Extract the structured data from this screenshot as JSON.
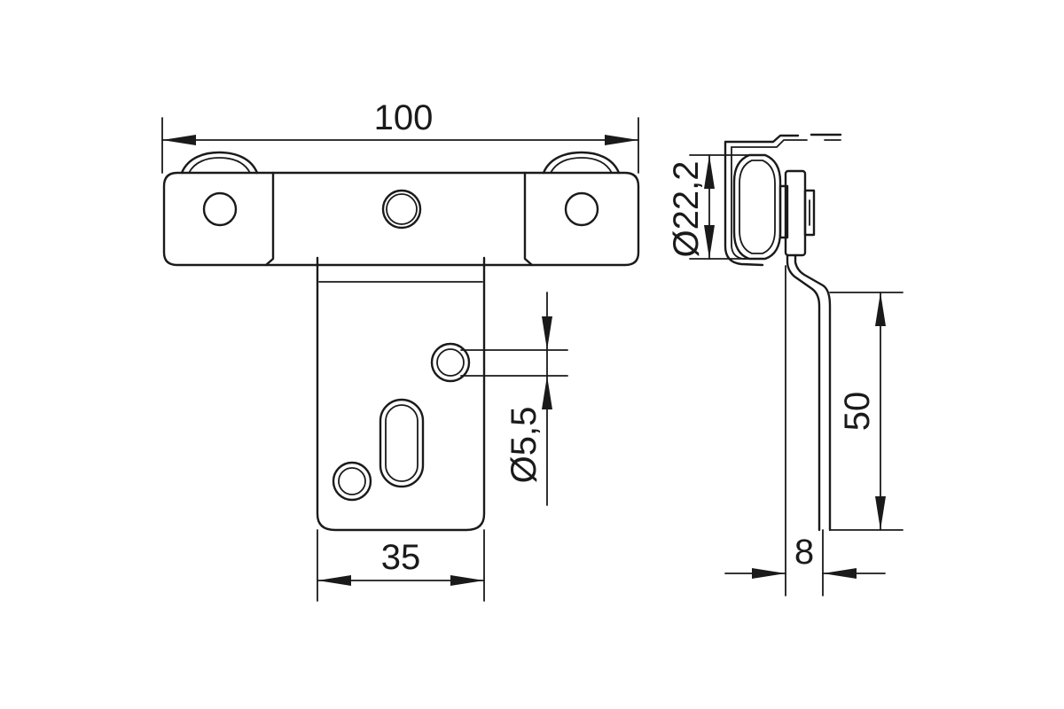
{
  "dimensions": {
    "total_width": "100",
    "plate_width": "35",
    "hole_diameter": "Ø5,5",
    "wheel_diameter": "Ø22,2",
    "plate_height": "50",
    "offset": "8"
  },
  "colors": {
    "line": "#1a1a1a",
    "background": "#ffffff"
  }
}
